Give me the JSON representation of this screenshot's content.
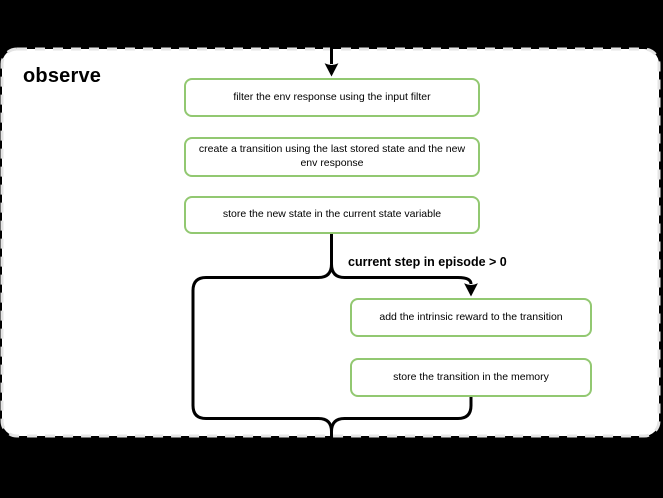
{
  "diagram": {
    "title": "observe",
    "condition_label": "current step in episode > 0",
    "main_steps": [
      {
        "label": "filter the env response using the input filter"
      },
      {
        "label": "create a transition using the last stored state and the new env response"
      },
      {
        "label": "store the new state in the current state variable"
      }
    ],
    "branch_steps": [
      {
        "label": "add the intrinsic reward to the transition"
      },
      {
        "label": "store the transition in the memory"
      }
    ],
    "colors": {
      "background": "#000000",
      "container_fill": "#ffffff",
      "container_border": "#e4e4e4",
      "node_fill": "#ffffff",
      "node_border": "#92c871",
      "connector": "#000000",
      "text": "#000000"
    }
  }
}
